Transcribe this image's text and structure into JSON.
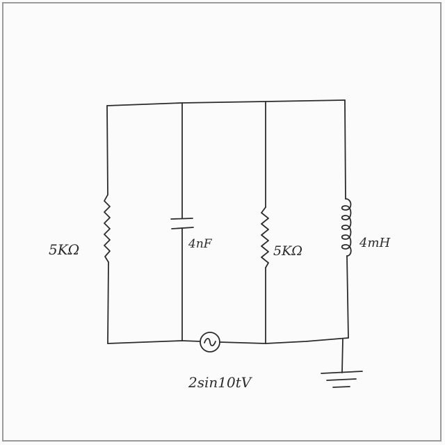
{
  "circuit": {
    "left_resistor_label": "5KΩ",
    "capacitor_label": "4nF",
    "middle_resistor_label": "5KΩ",
    "inductor_label": "4mH",
    "source_label": "2sin10tV",
    "source_symbol": "~"
  },
  "colors": {
    "ink": "#2b2b2b",
    "paper": "#fbfbfc",
    "frame": "#9a9a9a"
  }
}
